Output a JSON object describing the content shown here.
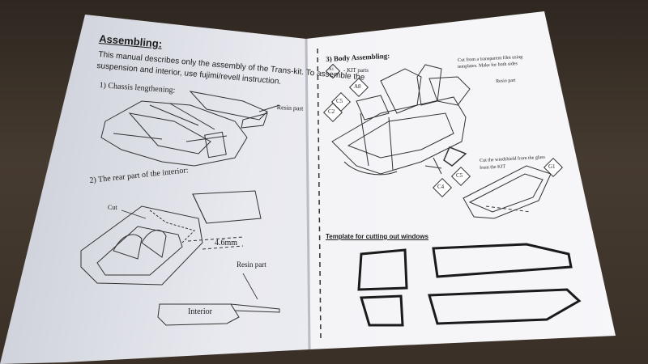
{
  "left_page": {
    "heading": "Assembling:",
    "intro_line1": "This manual describes only the assembly of the Trans-kit. To assemble the",
    "intro_line2": "suspension and interior, use fujimi/revell  instruction.",
    "section1_title": "1) Chassis lengthening:",
    "section1_callout": "Resin part",
    "section2_title": "2) The rear part of the interior:",
    "section2_cut_label": "Cut",
    "section2_measure": "4.6mm",
    "section2_resin": "Resin part",
    "section2_interior": "Interior"
  },
  "right_page": {
    "section3_title": "3) Body Assembling:",
    "legend_badge": "A1",
    "legend_text": "- KIT parts",
    "callout_film_line1": "Cut from a transparent film using",
    "callout_film_line2": "templates. Make for both sides",
    "callout_resin": "Resin part",
    "part_labels": [
      "A8",
      "C5",
      "C2",
      "C5",
      "C4",
      "G1"
    ],
    "callout_windshield_line1": "Cut the windshield from the glass",
    "callout_windshield_line2": "from the KIT",
    "template_heading": "Template for cutting out windows"
  }
}
